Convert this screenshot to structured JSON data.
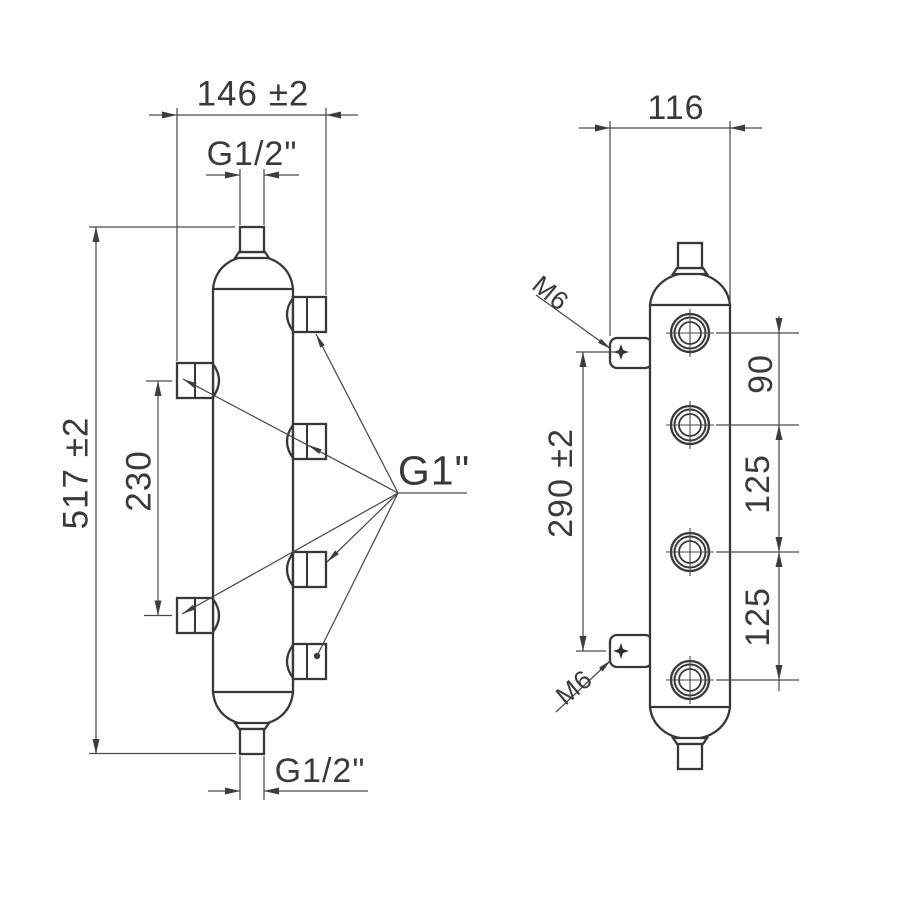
{
  "colors": {
    "background": "#ffffff",
    "outline": "#383838",
    "dimension_lines": "#4a4a4a",
    "text": "#3a3a3a"
  },
  "front_view": {
    "overall_width": "146 ±2",
    "top_connection": "G1/2\"",
    "overall_height": "517 ±2",
    "side_port_spacing": "230",
    "side_connections": "G1\"",
    "bottom_connection": "G1/2\""
  },
  "side_view": {
    "depth": "116",
    "bracket_thread_top": "M6",
    "bracket_spacing": "290 ±2",
    "port_spacing_top": "90",
    "port_spacing_middle": "125",
    "port_spacing_bottom": "125",
    "bracket_thread_bottom": "M6"
  }
}
